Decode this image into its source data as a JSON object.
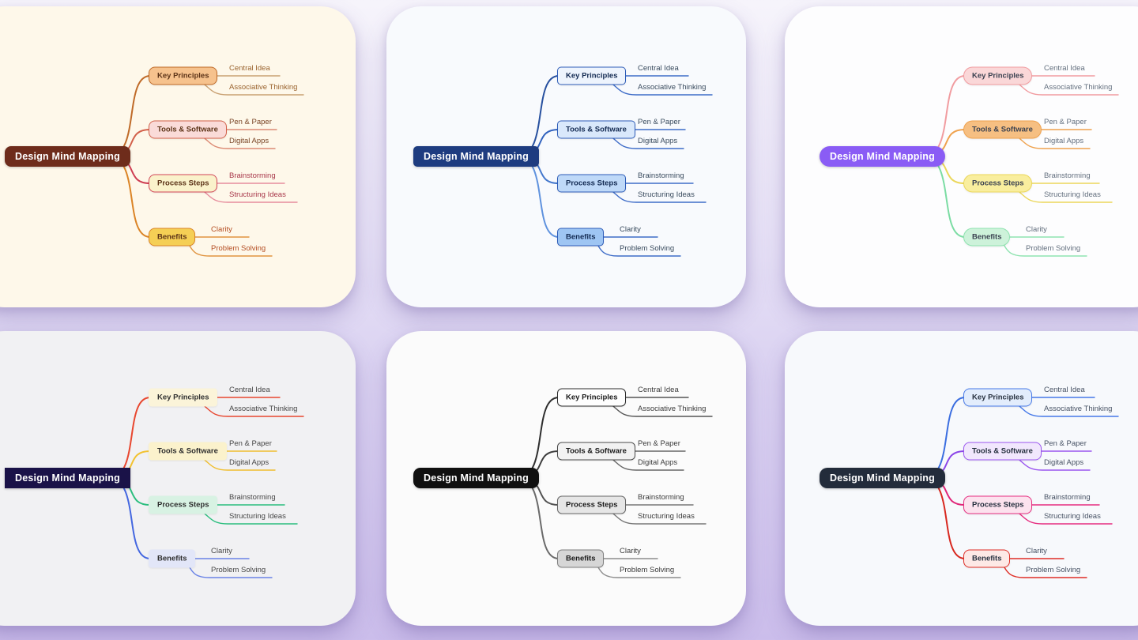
{
  "page": {
    "background_top": "#F6F4FB",
    "background_bottom": "#CBBDEB"
  },
  "mindmap": {
    "central": "Design Mind Mapping",
    "topics": [
      {
        "label": "Key Principles",
        "children": [
          "Central Idea",
          "Associative Thinking"
        ]
      },
      {
        "label": "Tools & Software",
        "children": [
          "Pen & Paper",
          "Digital Apps"
        ]
      },
      {
        "label": "Process Steps",
        "children": [
          "Brainstorming",
          "Structuring Ideas"
        ]
      },
      {
        "label": "Benefits",
        "children": [
          "Clarity",
          "Problem Solving"
        ]
      }
    ]
  },
  "cards": [
    {
      "name": "warm-earth",
      "card_bg": "#FEF8EA",
      "central_bg": "#6E2C1B",
      "central_radius": 8,
      "topic_radius": 8,
      "branches": [
        {
          "fill": "#F6C28D",
          "border": "#BF6A28",
          "line": "#BF6A28",
          "underline": "#C9A173",
          "leaf_text": "#9A632E",
          "topic_text": "#5C3317"
        },
        {
          "fill": "#FADBD8",
          "border": "#D2604A",
          "line": "#D2604A",
          "underline": "#DC8A74",
          "leaf_text": "#7A4526",
          "topic_text": "#5C3317"
        },
        {
          "fill": "#FAF2CB",
          "border": "#D24658",
          "line": "#CE3D52",
          "underline": "#E68C9C",
          "leaf_text": "#A8374A",
          "topic_text": "#5C3317"
        },
        {
          "fill": "#F5CF55",
          "border": "#DB8426",
          "line": "#DB8426",
          "underline": "#E09440",
          "leaf_text": "#B54E22",
          "topic_text": "#5C3317"
        }
      ]
    },
    {
      "name": "classic-blue",
      "card_bg": "#F8FAFD",
      "central_bg": "#1E3C80",
      "central_radius": 5,
      "topic_radius": 5,
      "branches": [
        {
          "fill": "#EEF4FD",
          "border": "#2D5CB8",
          "line": "#27509F",
          "underline": "#3E6CC8",
          "leaf_text": "#394B5E",
          "topic_text": "#132A52"
        },
        {
          "fill": "#D9E8FB",
          "border": "#2D5CB8",
          "line": "#3162BE",
          "underline": "#3E6CC8",
          "leaf_text": "#394B5E",
          "topic_text": "#132A52"
        },
        {
          "fill": "#BFD9F8",
          "border": "#2D5CB8",
          "line": "#4377CC",
          "underline": "#3E6CC8",
          "leaf_text": "#394B5E",
          "topic_text": "#132A52"
        },
        {
          "fill": "#9EC5F3",
          "border": "#2D5CB8",
          "line": "#5F92DE",
          "underline": "#3E6CC8",
          "leaf_text": "#394B5E",
          "topic_text": "#132A52"
        }
      ]
    },
    {
      "name": "violet-pastel",
      "card_bg": "#FDFDFE",
      "central_bg": "#8A5CF5",
      "central_radius": 16,
      "topic_radius": 12,
      "branches": [
        {
          "fill": "#FAD7D8",
          "border": "#F19CA0",
          "line": "#F19CA0",
          "underline": "#F19CA0",
          "leaf_text": "#64707F",
          "topic_text": "#3A4150"
        },
        {
          "fill": "#F6BF82",
          "border": "#EFA24E",
          "line": "#EFA24E",
          "underline": "#EFA24E",
          "leaf_text": "#64707F",
          "topic_text": "#3A4150"
        },
        {
          "fill": "#F9EE9E",
          "border": "#EBD75A",
          "line": "#EBD75A",
          "underline": "#EBD75A",
          "leaf_text": "#64707F",
          "topic_text": "#3A4150"
        },
        {
          "fill": "#CDF2DA",
          "border": "#8FE3B0",
          "line": "#7BDCA3",
          "underline": "#8FE3B0",
          "leaf_text": "#64707F",
          "topic_text": "#3A4150"
        }
      ]
    },
    {
      "name": "ink-multicolor",
      "card_bg": "#F1F1F3",
      "central_bg": "#1A1248",
      "central_radius": 0,
      "topic_radius": 4,
      "branches": [
        {
          "fill": "#FBF4D9",
          "border": "transparent",
          "line": "#E8472F",
          "underline": "#E8472F",
          "leaf_text": "#474747",
          "topic_text": "#2E2E2E"
        },
        {
          "fill": "#FBF2CC",
          "border": "transparent",
          "line": "#F2C230",
          "underline": "#F0BE2E",
          "leaf_text": "#474747",
          "topic_text": "#2E2E2E"
        },
        {
          "fill": "#D8F2E3",
          "border": "transparent",
          "line": "#2BBE7E",
          "underline": "#2BBE7E",
          "leaf_text": "#474747",
          "topic_text": "#2E2E2E"
        },
        {
          "fill": "#E2E6F8",
          "border": "transparent",
          "line": "#4467E0",
          "underline": "#6A83E6",
          "leaf_text": "#474747",
          "topic_text": "#2E2E2E"
        }
      ]
    },
    {
      "name": "monochrome",
      "card_bg": "#FBFBFB",
      "central_bg": "#101010",
      "central_radius": 9,
      "topic_radius": 6,
      "branches": [
        {
          "fill": "#FEFEFE",
          "border": "#2E2E2E",
          "line": "#2E2E2E",
          "underline": "#555555",
          "leaf_text": "#3A3A3A",
          "topic_text": "#1A1A1A"
        },
        {
          "fill": "#F2F2F2",
          "border": "#4A4A4A",
          "line": "#3E3E3E",
          "underline": "#666666",
          "leaf_text": "#3A3A3A",
          "topic_text": "#1A1A1A"
        },
        {
          "fill": "#E6E6E6",
          "border": "#666666",
          "line": "#525252",
          "underline": "#777777",
          "leaf_text": "#3A3A3A",
          "topic_text": "#1A1A1A"
        },
        {
          "fill": "#D6D6D6",
          "border": "#808080",
          "line": "#6A6A6A",
          "underline": "#8C8C8C",
          "leaf_text": "#3A3A3A",
          "topic_text": "#1A1A1A"
        }
      ]
    },
    {
      "name": "slate-vivid",
      "card_bg": "#F7F9FC",
      "central_bg": "#232C3B",
      "central_radius": 10,
      "topic_radius": 8,
      "branches": [
        {
          "fill": "#E3EDFC",
          "border": "#4679E8",
          "line": "#3B6EE0",
          "underline": "#4679E8",
          "leaf_text": "#475264",
          "topic_text": "#26303F"
        },
        {
          "fill": "#F1E7FD",
          "border": "#9A55EF",
          "line": "#8C46E8",
          "underline": "#9A55EF",
          "leaf_text": "#475264",
          "topic_text": "#26303F"
        },
        {
          "fill": "#FCE2EE",
          "border": "#E62E80",
          "line": "#E02578",
          "underline": "#E62E80",
          "leaf_text": "#475264",
          "topic_text": "#26303F"
        },
        {
          "fill": "#FDE9E6",
          "border": "#DF2E26",
          "line": "#D8281F",
          "underline": "#DF2E26",
          "leaf_text": "#475264",
          "topic_text": "#26303F"
        }
      ]
    }
  ]
}
